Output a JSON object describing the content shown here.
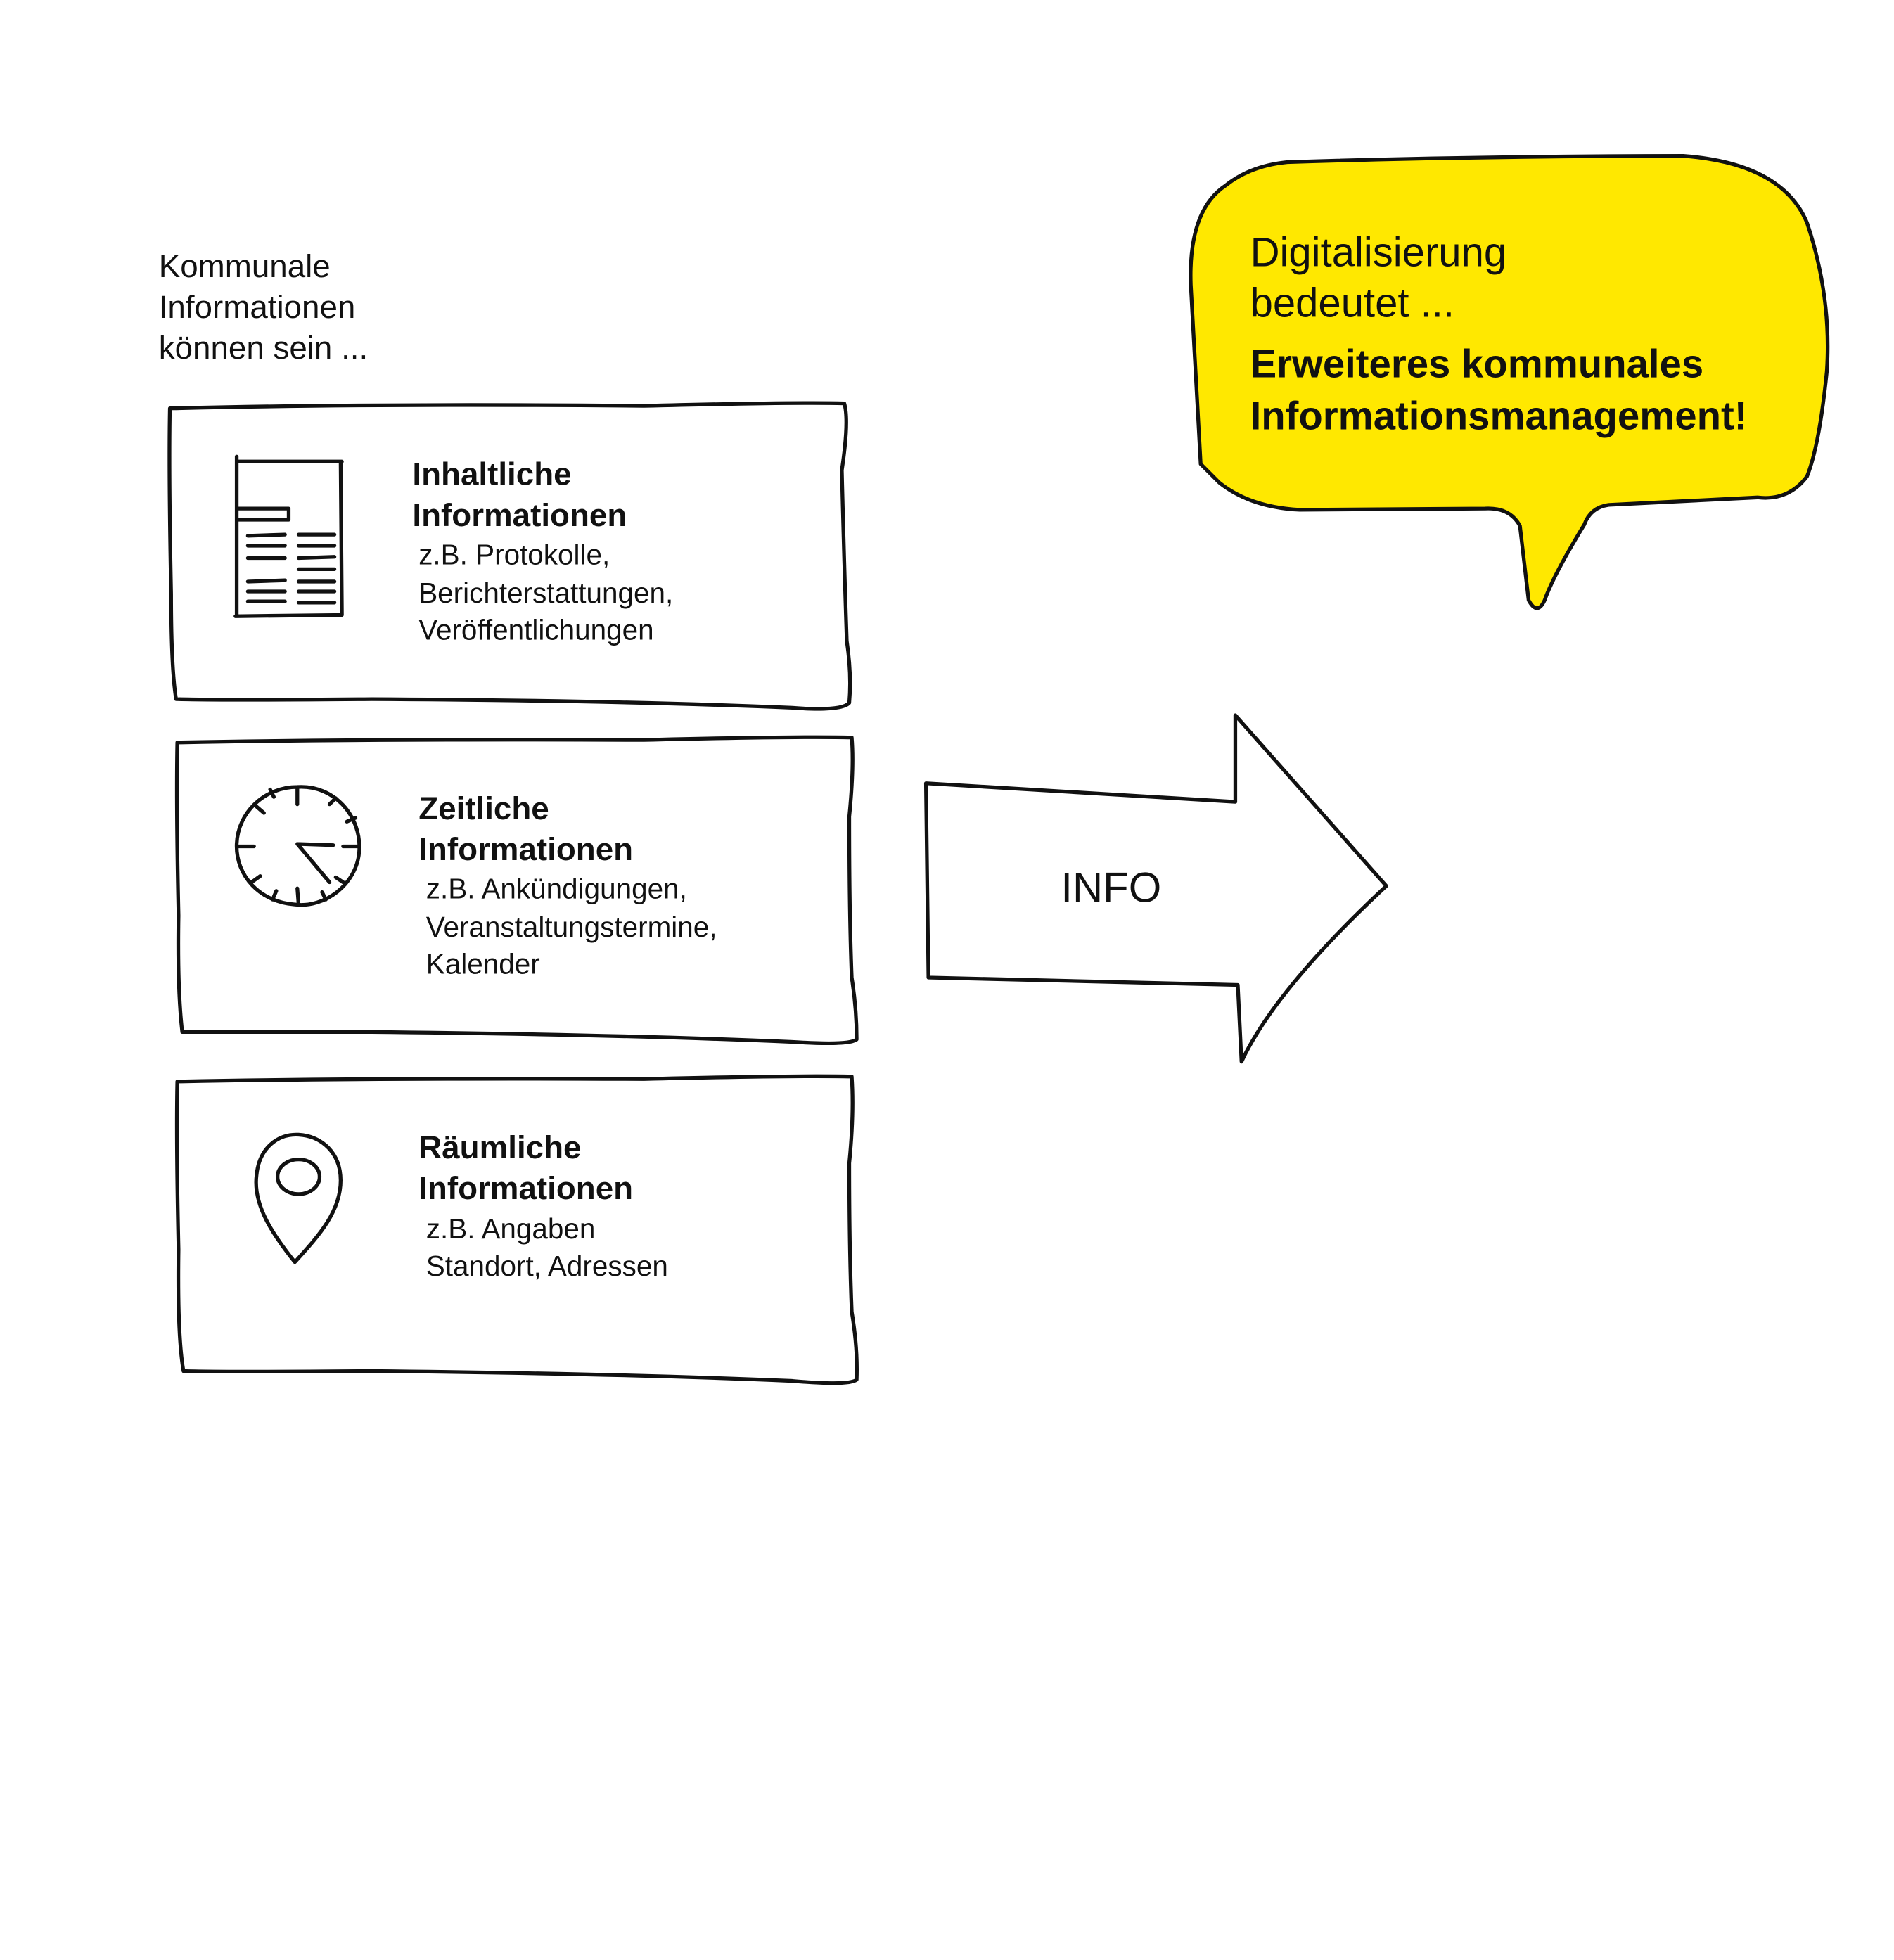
{
  "intro": {
    "lines": [
      "Kommunale",
      "Informationen",
      "können sein ..."
    ]
  },
  "cards": [
    {
      "icon": "document-icon",
      "title": [
        "Inhaltliche",
        "Informationen"
      ],
      "details": [
        "z.B. Protokolle,",
        "Berichterstattungen,",
        "Veröffentlichungen"
      ]
    },
    {
      "icon": "clock-icon",
      "title": [
        "Zeitliche",
        "Informationen"
      ],
      "details": [
        "z.B. Ankündigungen,",
        "Veranstaltungstermine,",
        "Kalender"
      ]
    },
    {
      "icon": "location-pin-icon",
      "title": [
        "Räumliche",
        "Informationen"
      ],
      "details": [
        "z.B. Angaben",
        "Standort, Adressen"
      ]
    }
  ],
  "arrow": {
    "label": "INFO"
  },
  "bubble": {
    "color": "#FFE800",
    "lines": [
      "Digitalisierung",
      "bedeutet ..."
    ],
    "emphasis": [
      "Erweiteres kommunales",
      "Informationsmanagement!"
    ]
  }
}
